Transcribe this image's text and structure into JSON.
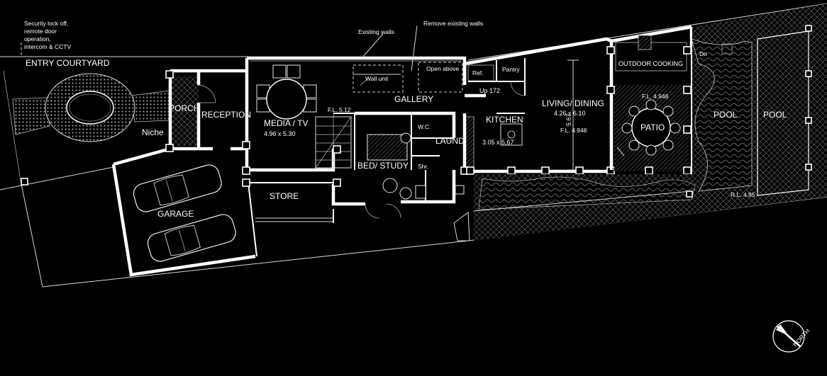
{
  "labels": {
    "entry_courtyard": "ENTRY COURTYARD",
    "porch": "PORCH",
    "reception": "RECEPTION",
    "niche": "Niche",
    "media_tv": "MEDIA / TV",
    "media_dims": "4.96 x 5.30",
    "fl_media": "F.L. 5.12",
    "gallery": "GALLERY",
    "wall_unit": "Wall unit",
    "open_above": "Open above",
    "up": "Up 172",
    "ref": "Ref.",
    "pantry": "Pantry",
    "wc": "W.C.",
    "laund": "LAUND.",
    "shr": "Shr.",
    "bed_study": "BED/ STUDY",
    "store": "STORE",
    "garage": "GARAGE",
    "kitchen": "KITCHEN",
    "kitchen_dims": "3.05 x 5.67",
    "living_dining": "LIVING/ DINING",
    "living_dims": "4.26 x 6.10",
    "fl_living": "F.L. 4.948",
    "dim_vertical": "5.67",
    "outdoor_cooking": "OUTDOOR COOKING",
    "fl_patio": "F.L. 4.948",
    "patio": "PATIO",
    "pool_1": "POOL",
    "pool_2": "POOL",
    "rl_pool": "R.L. 4.85",
    "dn": "Dn",
    "north": "NORTH"
  },
  "annotations": {
    "security_line1": "Security lock off,",
    "security_line2": "remote door",
    "security_line3": "operation,",
    "security_line4": "intercom & CCTV",
    "existing_walls": "Existing walls",
    "remove_walls": "Remove existing walls"
  }
}
